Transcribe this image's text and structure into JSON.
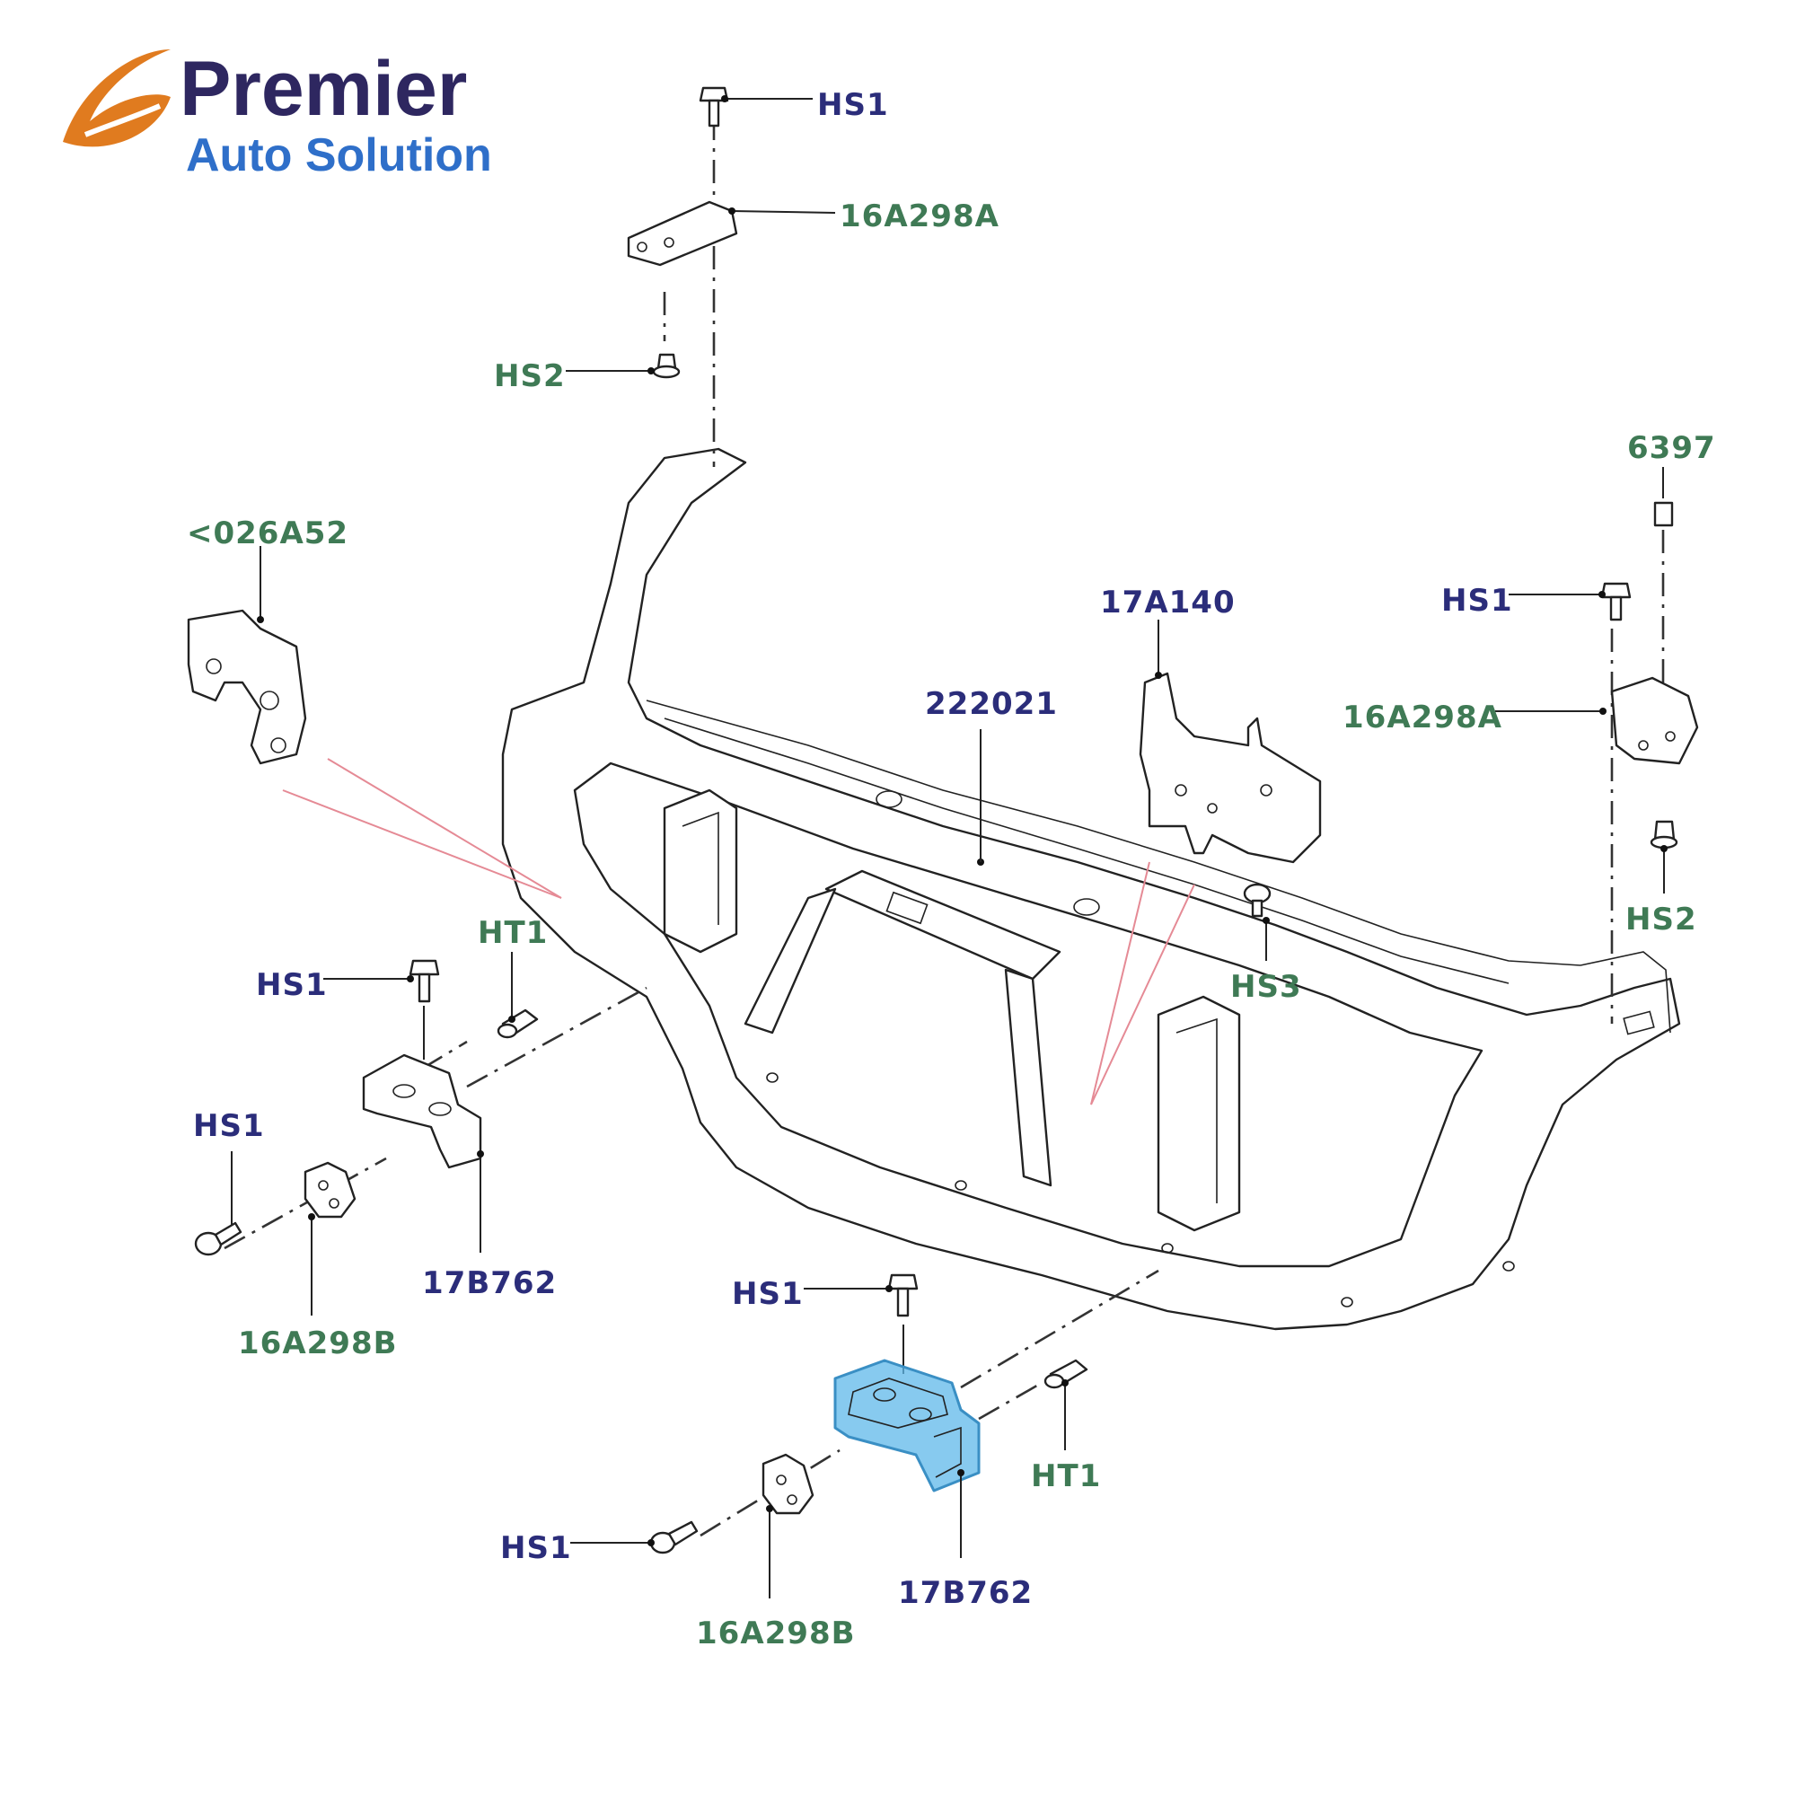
{
  "brand": {
    "name_line1": "Premier",
    "name_line2": "Auto Solution",
    "colors": {
      "primary": "#2e2760",
      "secondary": "#2f6fc9",
      "swoosh": "#e07b1f"
    },
    "icon": "swoosh-logo-icon"
  },
  "highlight_color": "#5fb8ea",
  "label_colors": {
    "green": "#3f7a55",
    "navy": "#2b2d7a"
  },
  "labels": {
    "top_hs1": "HS1",
    "top_16a298a": "16A298A",
    "top_hs2": "HS2",
    "bracket_026a52": "<026A52",
    "panel_222021": "222021",
    "bracket_17a140": "17A140",
    "right_6397": "6397",
    "right_hs1": "HS1",
    "right_16a298a": "16A298A",
    "right_hs2": "HS2",
    "right_hs3": "HS3",
    "left_hs1_upper": "HS1",
    "left_ht1": "HT1",
    "left_hs1_lower": "HS1",
    "left_17b762": "17B762",
    "left_16a298b": "16A298B",
    "bottom_hs1_upper": "HS1",
    "bottom_ht1": "HT1",
    "bottom_hs1_lower": "HS1",
    "bottom_17b762": "17B762",
    "bottom_16a298b": "16A298B"
  }
}
